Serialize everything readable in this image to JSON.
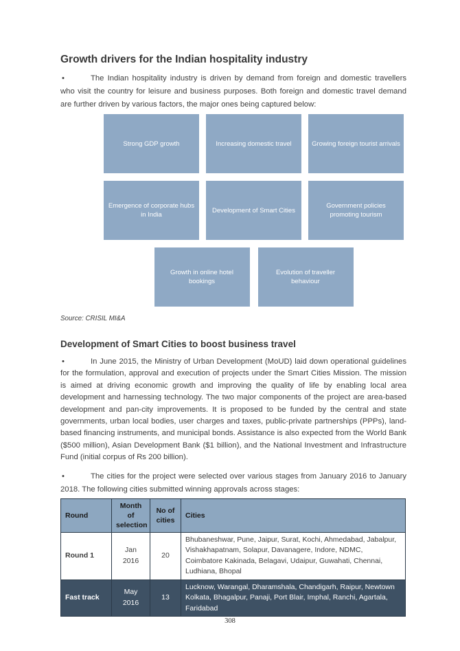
{
  "glyphs": {
    "bullet": "•"
  },
  "colors": {
    "driver_box_blue": "#8fa9c5",
    "table_header_blue": "#8da7c0",
    "table_dark_row": "#3e5164",
    "table_border": "#2b3a49",
    "box_text": "#ffffff"
  },
  "page": {
    "heading1": "Growth drivers for the Indian hospitality industry",
    "intro_bullet": "The Indian hospitality industry is driven by demand from foreign and domestic travellers who visit the country for leisure and business purposes. Both foreign and domestic travel demand are further driven by various factors, the major ones being captured below:",
    "drivers": [
      "Strong GDP growth",
      "Increasing domestic travel",
      "Growing foreign tourist arrivals",
      "Emergence of corporate hubs in India",
      "Development of Smart Cities",
      "Government policies promoting tourism",
      "Growth in online hotel bookings",
      "Evolution of traveller behaviour"
    ],
    "source_note": "Source: CRISIL MI&A",
    "heading2": "Development of Smart Cities to boost business travel",
    "smart_cities_bullet": "In June 2015, the Ministry of Urban Development (MoUD) laid down operational guidelines for the formulation, approval and execution of projects under the Smart Cities Mission. The mission is aimed at driving economic growth and improving the quality of life by enabling local area development and harnessing technology. The two major components of the project are area-based development and pan-city improvements. It is proposed to be funded by the central and state governments, urban local bodies, user charges and taxes, public-private partnerships (PPPs), land-based financing instruments, and municipal bonds. Assistance is also expected from the World Bank ($500 million), Asian Development Bank ($1 billion), and the National Investment and Infrastructure Fund (initial corpus of Rs 200 billion).",
    "cities_bullet": "The cities for the project were selected over various stages from January 2016 to January 2018. The following cities submitted winning approvals across stages:",
    "page_number": "308"
  },
  "table": {
    "headers": [
      "Round",
      "Month of selection",
      "No of cities",
      "Cities"
    ],
    "rows": [
      {
        "round": "Round 1",
        "month": "Jan 2016",
        "count": "20",
        "cities": "Bhubaneshwar, Pune, Jaipur, Surat, Kochi, Ahmedabad, Jabalpur, Vishakhapatnam, Solapur, Davanagere, Indore, NDMC, Coimbatore Kakinada, Belagavi, Udaipur, Guwahati, Chennai, Ludhiana, Bhopal"
      },
      {
        "round": "Fast track",
        "month": "May 2016",
        "count": "13",
        "cities": "Lucknow, Warangal, Dharamshala, Chandigarh, Raipur, Newtown Kolkata, Bhagalpur, Panaji, Port Blair, Imphal, Ranchi, Agartala, Faridabad"
      }
    ]
  }
}
